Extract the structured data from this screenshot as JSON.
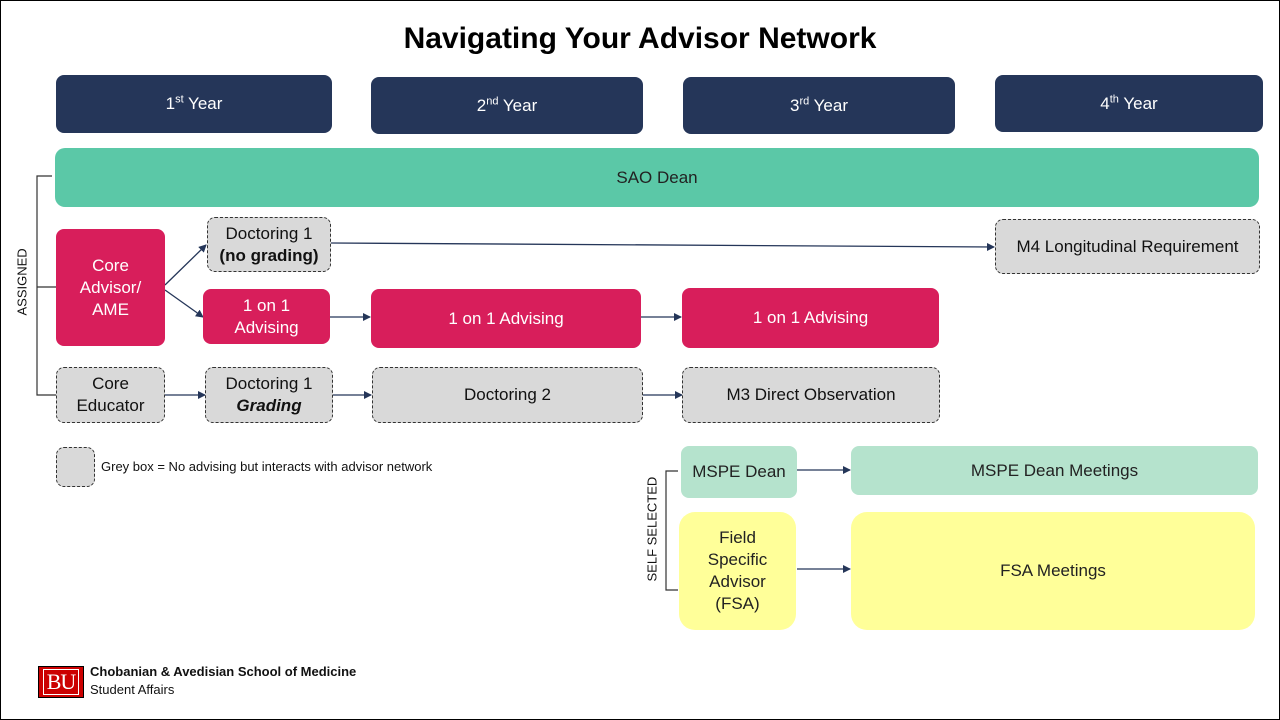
{
  "title": "Navigating Your Advisor Network",
  "years": [
    {
      "num": "1",
      "sup": "st",
      "label": "Year"
    },
    {
      "num": "2",
      "sup": "nd",
      "label": "Year"
    },
    {
      "num": "3",
      "sup": "rd",
      "label": "Year"
    },
    {
      "num": "4",
      "sup": "th",
      "label": "Year"
    }
  ],
  "side_labels": {
    "assigned": "ASSIGNED",
    "self_selected": "SELF SELECTED"
  },
  "boxes": {
    "sao_dean": "SAO Dean",
    "core_advisor": [
      "Core",
      "Advisor/",
      "AME"
    ],
    "doctoring1_nograde": {
      "line1": "Doctoring 1",
      "line2": "(no grading)"
    },
    "m4_long": "M4 Longitudinal Requirement",
    "one_on_one_y1": [
      "1 on 1",
      "Advising"
    ],
    "one_on_one_y2": "1 on 1 Advising",
    "one_on_one_y3": "1 on 1 Advising",
    "core_educator": [
      "Core",
      "Educator"
    ],
    "doctoring1_grade": {
      "line1": "Doctoring 1",
      "line2": "Grading"
    },
    "doctoring2": "Doctoring 2",
    "m3_direct": "M3 Direct Observation",
    "mspe_dean": "MSPE Dean",
    "mspe_meetings": "MSPE Dean Meetings",
    "fsa": [
      "Field",
      "Specific",
      "Advisor",
      "(FSA)"
    ],
    "fsa_meetings": "FSA Meetings"
  },
  "legend": "Grey box = No advising but interacts with advisor network",
  "footer": {
    "logo": "BU",
    "school": "Chobanian & Avedisian School of Medicine",
    "dept": "Student Affairs"
  },
  "colors": {
    "navy": "#253659",
    "teal": "#5bc8a7",
    "pink": "#d81e5b",
    "grey": "#d9d9d9",
    "mint": "#b5e3cd",
    "yellow": "#ffff99",
    "logo_red": "#cc0000",
    "arrow": "#253659"
  }
}
